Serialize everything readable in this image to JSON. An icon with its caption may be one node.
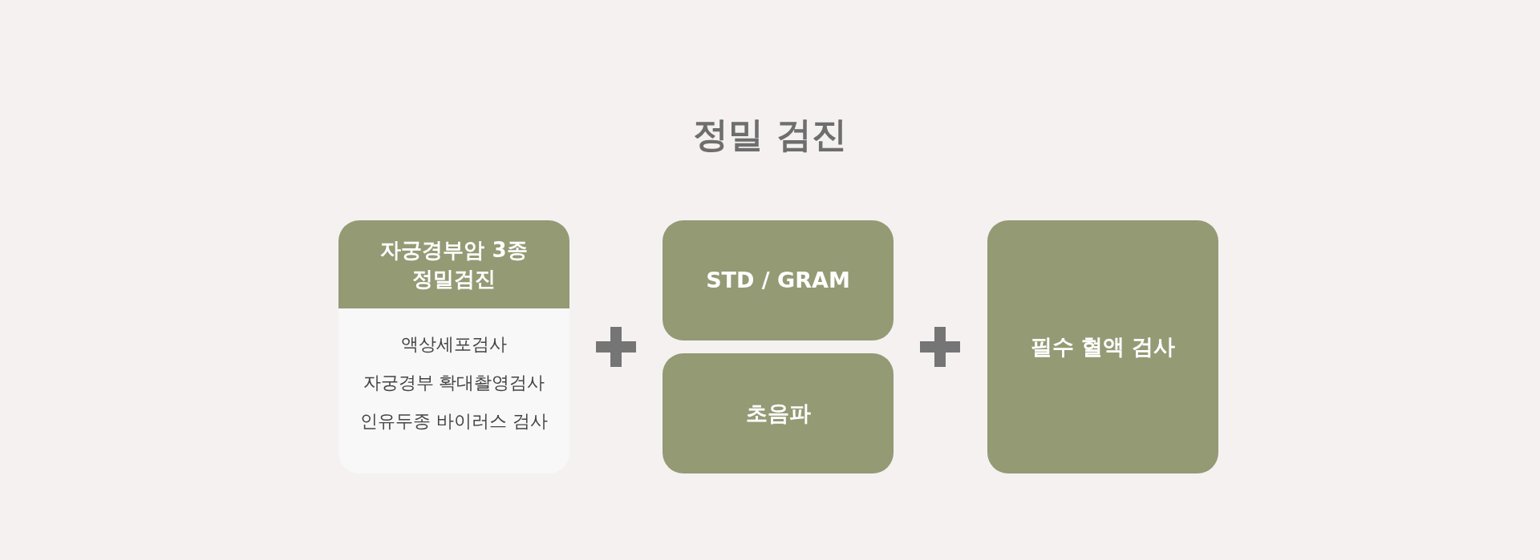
{
  "diagram": {
    "title": "정밀 검진",
    "nodes": [
      {
        "text": [
          "자궁경부암 3종 정밀검진",
          "액상세포검사",
          "자궁경부 확대촬영검사",
          "인유두종 바이러스 검사"
        ]
      },
      {
        "text": [
          "STD / GRAM"
        ]
      },
      {
        "text": [
          "초음파"
        ]
      },
      {
        "text": [
          "필수 혈액 검사"
        ]
      }
    ]
  }
}
